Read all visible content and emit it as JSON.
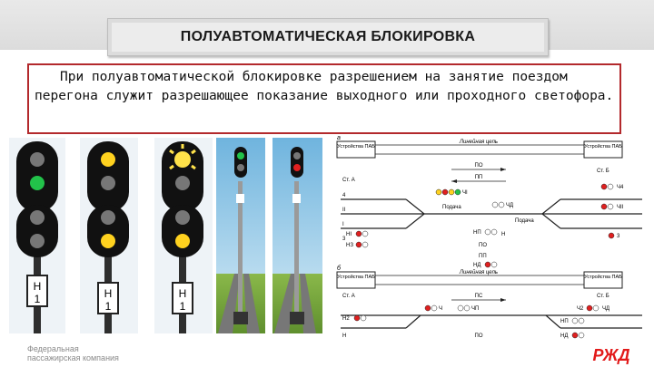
{
  "title": "ПОЛУАВТОМАТИЧЕСКАЯ БЛОКИРОВКА",
  "paragraph": "При полуавтоматической блокировке разрешением на занятие поездом перегона служит разрешающее показание выходного или проходного светофора.",
  "signal_plates": {
    "letter": "Н",
    "number": "1"
  },
  "diagram_a": {
    "letter": "а",
    "line_label": "Линейная цепь",
    "device_left": "Устройства ПАБ",
    "device_right": "Устройства ПАБ",
    "st_a": "Ст. А",
    "st_b": "Ст. Б",
    "po": "ПО",
    "pp": "ПП",
    "track_4": "4",
    "track_2": "II",
    "track_1": "I",
    "track_3": "3",
    "ch4": "Ч4",
    "ch2": "ЧII",
    "chd": "ЧД",
    "ch1": "ЧI",
    "n1": "НI",
    "n3": "НЗ",
    "np": "НП",
    "np2": "НП",
    "nd": "НД",
    "nch": "Н",
    "povod": "Подача",
    "podach": "Подача",
    "po2": "ПО",
    "pp2": "ПП",
    "c3": "3"
  },
  "diagram_b": {
    "letter": "б",
    "line_label": "Линейная цепь",
    "device_left": "Устройства ПАБ",
    "device_right": "Устройства ПАБ",
    "st_a": "Ст. А",
    "st_b": "Ст. Б",
    "ps": "ПС",
    "n2": "Н2",
    "ch": "Ч",
    "chp": "ЧП",
    "chd": "ЧД",
    "ch2": "Ч2",
    "np": "НП",
    "nd": "НД",
    "n": "Н",
    "po": "ПО"
  },
  "footer": {
    "company_line1": "Федеральная",
    "company_line2": "пассажирская компания",
    "logo": "РЖД"
  },
  "colors": {
    "accent_red": "#b3292c",
    "signal_green": "#22c24a",
    "signal_yellow": "#ffd21f",
    "signal_red": "#e02020",
    "logo_red": "#e21a1a"
  }
}
